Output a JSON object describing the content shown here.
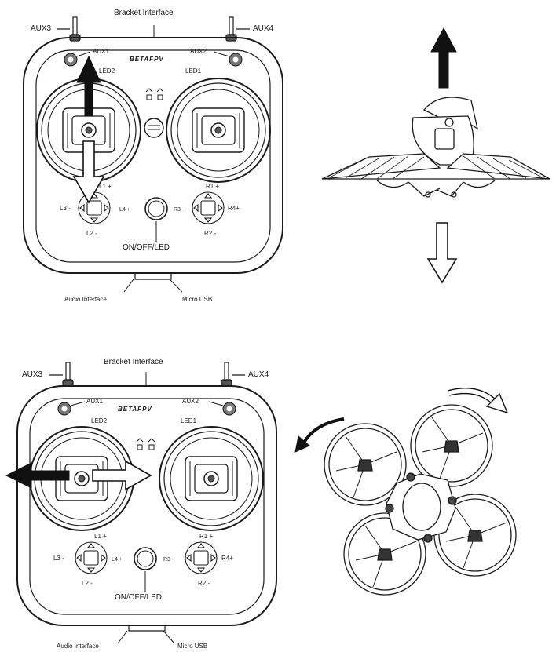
{
  "panels": [
    {
      "labels": {
        "bracket": "Bracket Interface",
        "aux3": "AUX3",
        "aux4": "AUX4",
        "aux1": "AUX1",
        "aux2": "AUX2",
        "led2": "LED2",
        "led1": "LED1",
        "logo": "BETAFPV",
        "l1": "L1 +",
        "l2": "L2 -",
        "l3": "L3 -",
        "l4": "L4 +",
        "r1": "R1 +",
        "r2": "R2 -",
        "r3": "R3 -",
        "r4": "R4+",
        "on_off": "ON/OFF/LED",
        "audio": "Audio Interface",
        "usb": "Micro USB"
      }
    },
    {
      "labels": {
        "bracket": "Bracket Interface",
        "aux3": "AUX3",
        "aux4": "AUX4",
        "aux1": "AUX1",
        "aux2": "AUX2",
        "led2": "LED2",
        "led1": "LED1",
        "logo": "BETAFPV",
        "l1": "L1 +",
        "l2": "L2 -",
        "l3": "L3 -",
        "l4": "L4 +",
        "r1": "R1 +",
        "r2": "R2 -",
        "r3": "R3 -",
        "r4": "R4+",
        "on_off": "ON/OFF/LED",
        "audio": "Audio Interface",
        "usb": "Micro USB"
      }
    }
  ],
  "icons": {
    "up_arrow": "solid-arrow-up-icon",
    "down_arrow": "outline-arrow-down-icon",
    "left_arrow": "solid-arrow-left-icon",
    "right_arrow": "outline-arrow-right-icon",
    "ccw_arrow": "curved-arrow-counterclockwise-icon",
    "cw_arrow": "curved-arrow-clockwise-icon"
  }
}
